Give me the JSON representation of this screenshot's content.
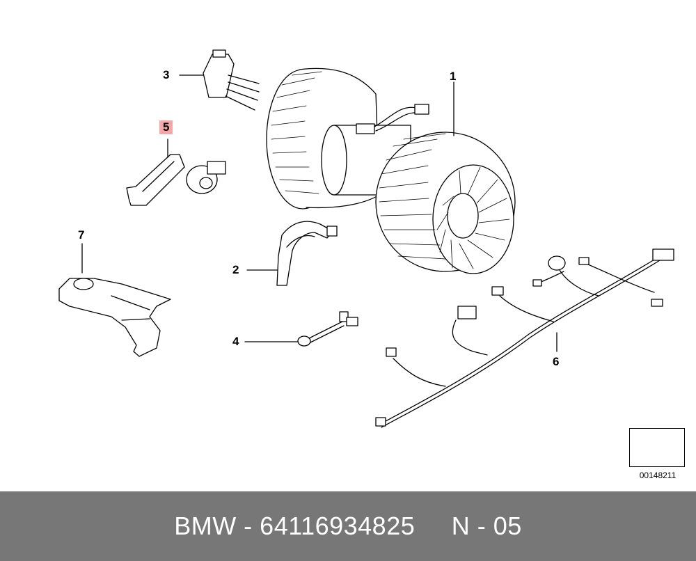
{
  "callouts": {
    "c1": "1",
    "c2": "2",
    "c3": "3",
    "c4": "4",
    "c5": "5",
    "c6": "6",
    "c7": "7"
  },
  "highlighted_callout": "5",
  "highlight_color": "#f4a7a7",
  "reference_number": "00148211",
  "footer": {
    "brand": "BMW",
    "separator1": " - ",
    "part_number": "64116934825",
    "gap": "     ",
    "note": "N - 05"
  },
  "footer_bg": "#777777"
}
